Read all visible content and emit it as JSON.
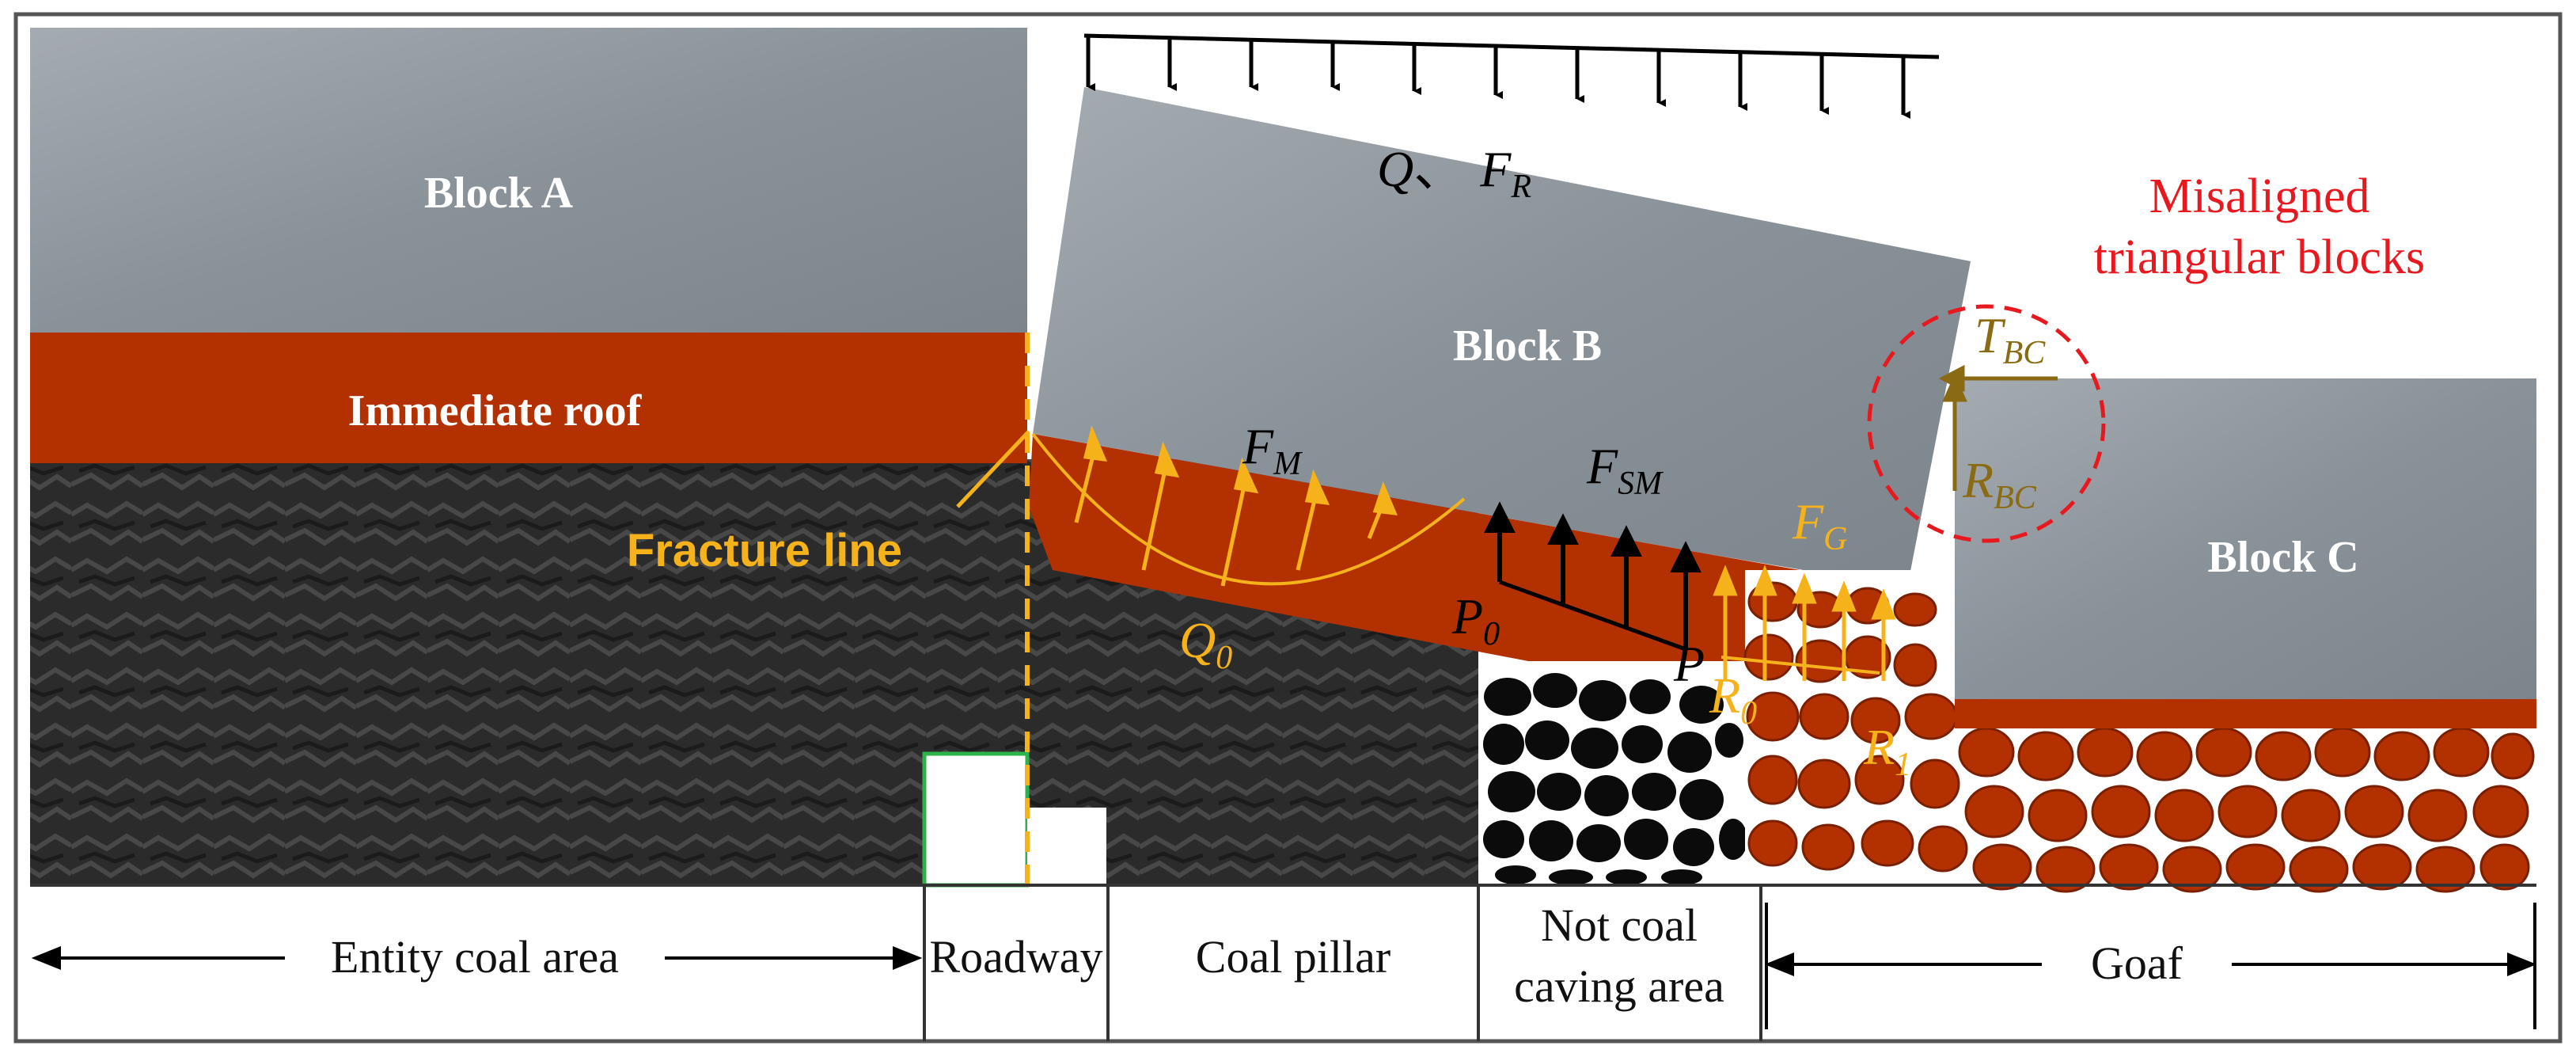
{
  "blocks": {
    "a": "Block A",
    "b": "Block B",
    "c": "Block C"
  },
  "layers": {
    "immediate_roof": "Immediate roof",
    "fracture_line": "Fracture line"
  },
  "annotation": {
    "misaligned_line1": "Misaligned",
    "misaligned_line2": "triangular blocks"
  },
  "forces": {
    "q_main": "Q",
    "q_sep": "、",
    "f_r": "F",
    "f_r_sub": "R",
    "f_m": "F",
    "f_m_sub": "M",
    "f_sm": "F",
    "f_sm_sub": "SM",
    "f_g": "F",
    "f_g_sub": "G",
    "q0": "Q",
    "q0_sub": "0",
    "p0": "P",
    "p0_sub": "0",
    "p": "P",
    "r0": "R",
    "r0_sub": "0",
    "r1": "R",
    "r1_sub": "1",
    "t_bc": "T",
    "t_bc_sub": "BC",
    "r_bc": "R",
    "r_bc_sub": "BC"
  },
  "regions": {
    "entity": "Entity coal area",
    "roadway": "Roadway",
    "pillar": "Coal pillar",
    "not_caving_1": "Not coal",
    "not_caving_2": "caving area",
    "goaf": "Goaf"
  },
  "colors": {
    "roof": "#B33000",
    "fracture": "#F5B21B",
    "force_gold": "#8B6A14",
    "rock_gray": "#8E969D",
    "coal": "#2A2A2A",
    "misaligned": "#E8191E"
  }
}
